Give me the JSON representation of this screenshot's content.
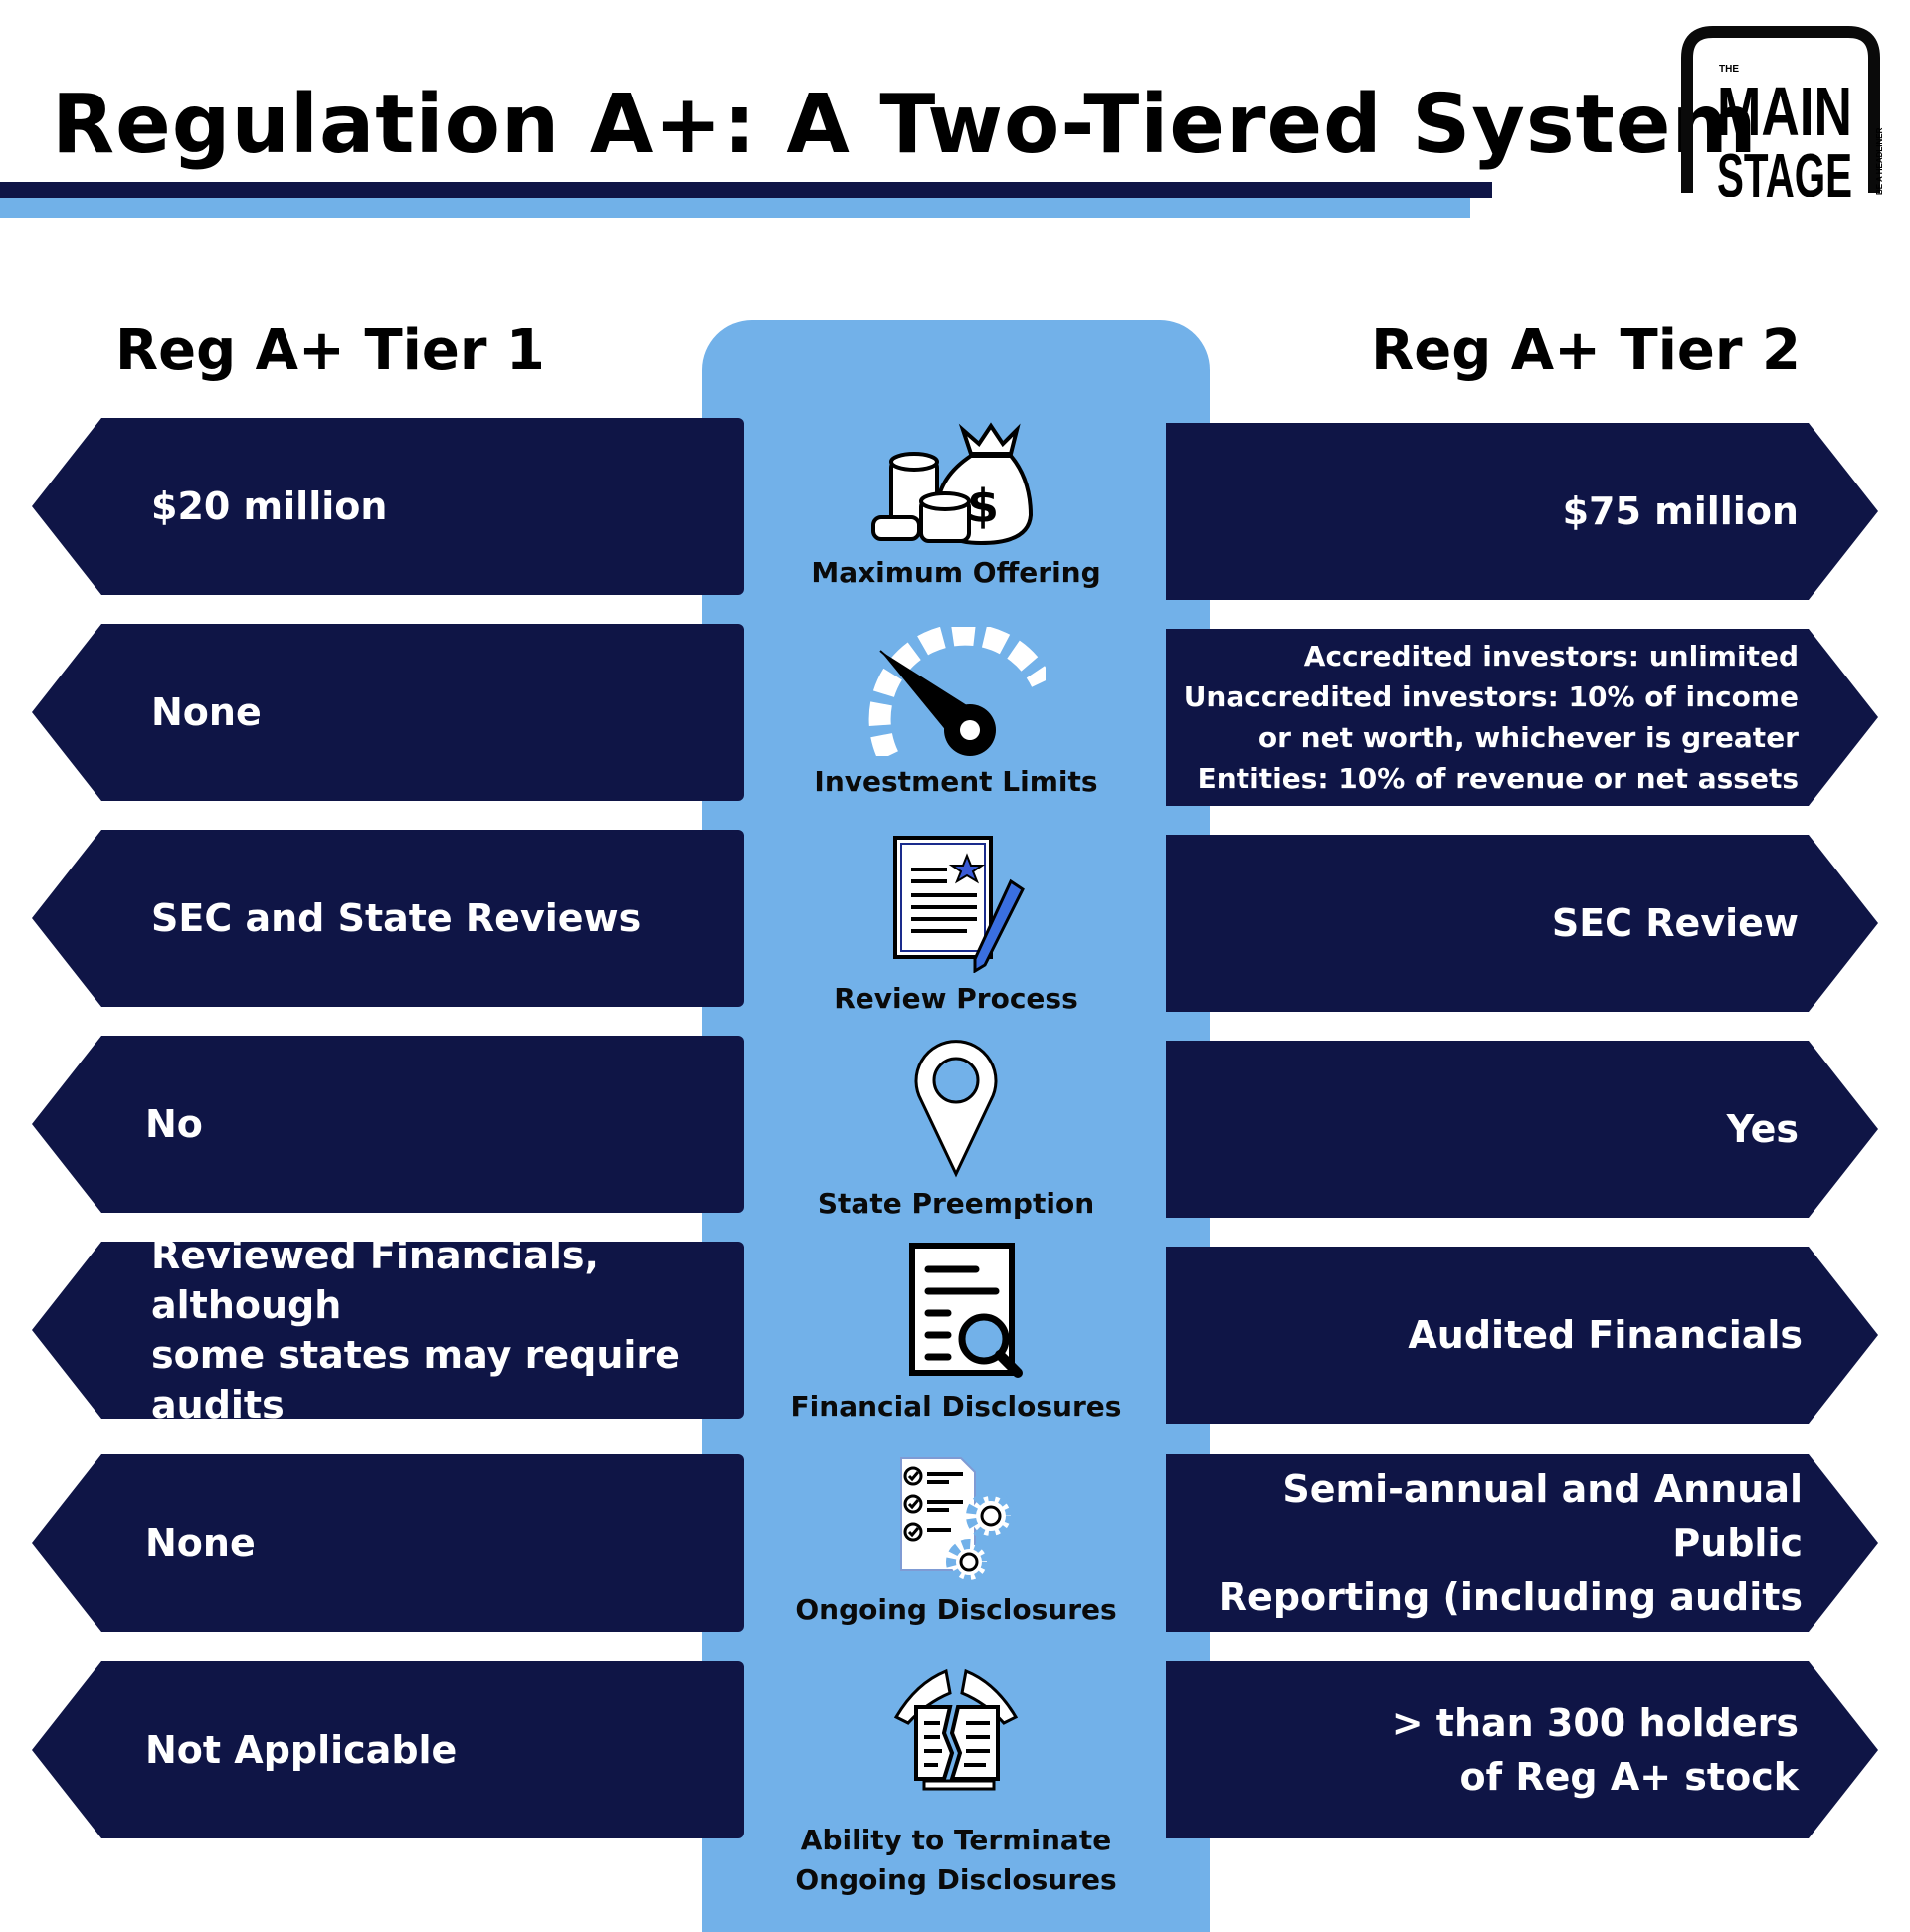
{
  "title": "Regulation A+: A Two-Tiered System",
  "logo": {
    "small_text": "THE",
    "line1": "MAIN",
    "line2": "STAGE",
    "tagline": "BE A HEADLINER"
  },
  "tier1_heading": "Reg A+ Tier 1",
  "tier2_heading": "Reg A+ Tier 2",
  "colors": {
    "navy": "#0f1546",
    "sky": "#72b1e9"
  },
  "rows": [
    {
      "icon": "money-bag-icon",
      "label": "Maximum Offering",
      "tier1": [
        "$20 million"
      ],
      "tier2": [
        "$75 million"
      ]
    },
    {
      "icon": "gauge-icon",
      "label": "Investment Limits",
      "tier1": [
        "None"
      ],
      "tier2": [
        "Accredited investors: unlimited",
        "Unaccredited investors: 10% of income",
        "or net worth, whichever is greater",
        "Entities: 10% of revenue or net assets"
      ]
    },
    {
      "icon": "document-pen-icon",
      "label": "Review Process",
      "tier1": [
        "SEC and State Reviews"
      ],
      "tier2": [
        "SEC Review"
      ]
    },
    {
      "icon": "location-pin-icon",
      "label": "State Preemption",
      "tier1": [
        "No"
      ],
      "tier2": [
        "Yes"
      ]
    },
    {
      "icon": "document-search-icon",
      "label": "Financial Disclosures",
      "tier1": [
        "Reviewed Financials, although",
        "some states may require audits"
      ],
      "tier2": [
        "Audited Financials"
      ]
    },
    {
      "icon": "checklist-gears-icon",
      "label": "Ongoing Disclosures",
      "tier1": [
        "None"
      ],
      "tier2": [
        "Semi-annual and Annual Public",
        "Reporting (including audits"
      ]
    },
    {
      "icon": "broken-document-icon",
      "label": "Ability to Terminate",
      "label2": "Ongoing Disclosures",
      "tier1": [
        "Not Applicable"
      ],
      "tier2": [
        "> than 300 holders",
        "of Reg A+ stock"
      ]
    }
  ]
}
